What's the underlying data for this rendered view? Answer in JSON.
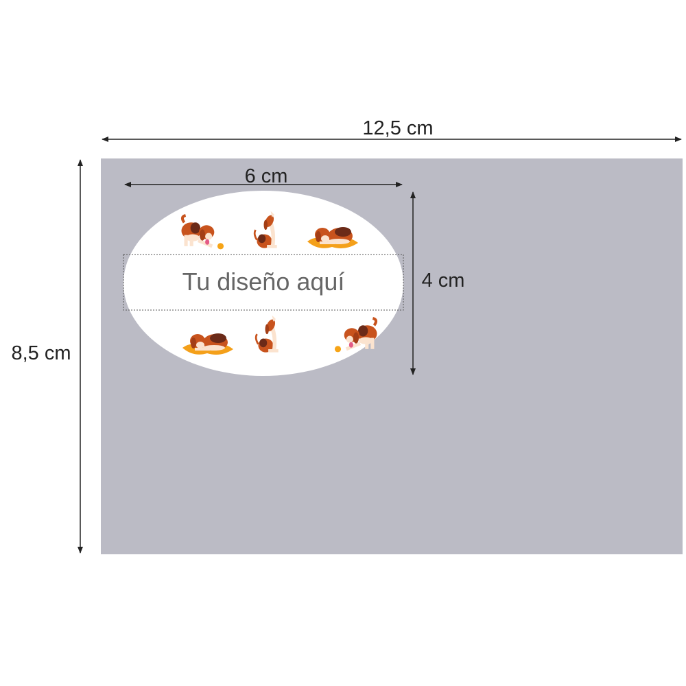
{
  "dimensions": {
    "width_label": "12,5 cm",
    "height_label": "8,5 cm",
    "sticker_width_label": "6 cm",
    "sticker_height_label": "4 cm"
  },
  "sticker": {
    "placeholder_text": "Tu diseño aquí",
    "icons": [
      "playing-beagle",
      "howling-beagle",
      "sleeping-beagle",
      "sleeping-beagle",
      "howling-beagle",
      "playing-beagle"
    ]
  },
  "colors": {
    "sheet": "#bbbbc5",
    "sticker": "#ffffff",
    "text": "#666666",
    "dog_brown": "#c8531d",
    "dog_dark": "#6b2a18",
    "dog_cream": "#fbe3cf",
    "bed_orange": "#f4a01a"
  }
}
